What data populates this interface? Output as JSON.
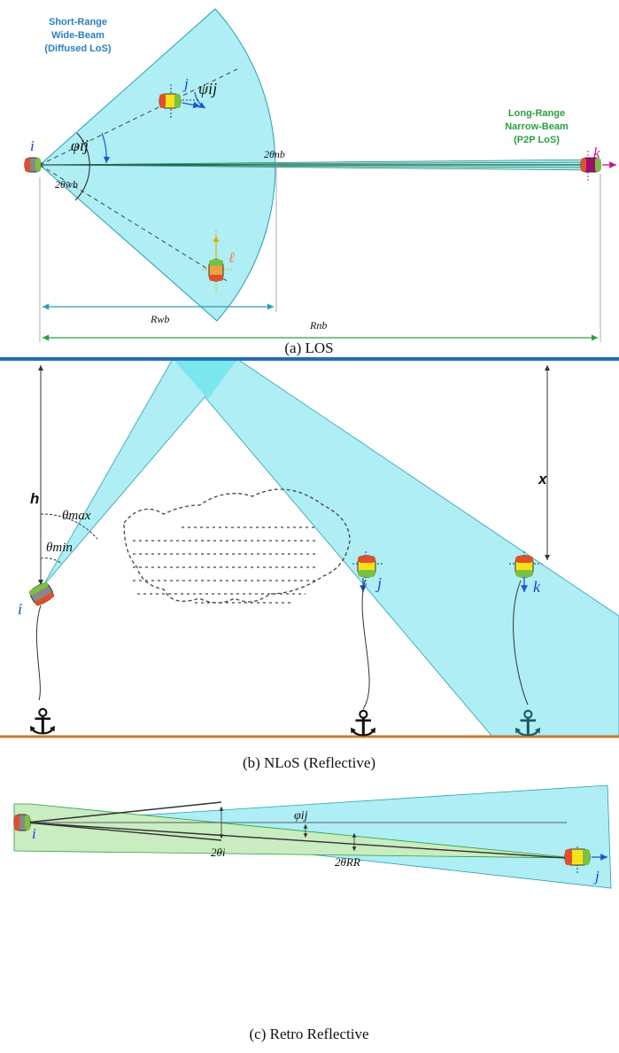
{
  "panel_a": {
    "caption": "(a) LOS",
    "wide_beam_label": [
      "Short-Range",
      "Wide-Beam",
      "(Diffused LoS)"
    ],
    "narrow_beam_label": [
      "Long-Range",
      "Narrow-Beam",
      "(P2P LoS)"
    ],
    "node_i": "i",
    "node_j": "j",
    "node_k": "k",
    "node_l": "ℓ",
    "theta_nb": "2θnb",
    "theta_wb": "2θwb",
    "phi": "φij",
    "psi": "ψij",
    "R_wb": "Rwb",
    "R_nb": "Rnb"
  },
  "panel_b": {
    "caption": "(b) NLoS (Reflective)",
    "h": "h",
    "x": "x",
    "theta_max": "θmax",
    "theta_min": "θmin",
    "node_i": "i",
    "node_j": "j",
    "node_k": "k"
  },
  "panel_c": {
    "caption": "(c) Retro Reflective",
    "node_i": "i",
    "node_j": "j",
    "phi": "φij",
    "theta_i": "2θi",
    "theta_RR": "2θRR"
  },
  "colors": {
    "beam": "#aeeef4",
    "beam_edge": "#2a9fb0",
    "sea_surface": "#1f6fb5",
    "seabed": "#c87a2e",
    "green_beam": "#c9ecc0",
    "arrow_blue": "#1a55d8"
  }
}
